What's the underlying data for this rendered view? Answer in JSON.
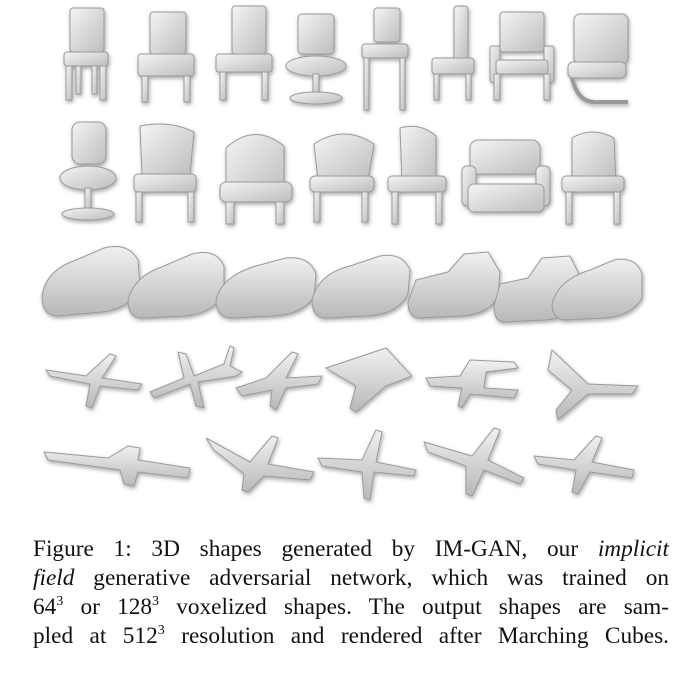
{
  "figure": {
    "rows": [
      {
        "category": "chairs",
        "count": 8
      },
      {
        "category": "chairs",
        "count": 7
      },
      {
        "category": "cars",
        "count": 7
      },
      {
        "category": "airplanes",
        "count": 6
      },
      {
        "category": "airplanes",
        "count": 5
      }
    ]
  },
  "caption": {
    "lead": "Figure 1:",
    "l1a": "3D shapes generated by IM-GAN, our",
    "l1b": "implicit",
    "l2a": "field",
    "l2b": "generative adversarial network, which was trained on",
    "l3a": "64",
    "l3sup1": "3",
    "l3b": "or 128",
    "l3sup2": "3",
    "l3c": "voxelized shapes.  The output shapes are sam-",
    "l4a": "pled at 512",
    "l4sup": "3",
    "l4b": "resolution and rendered after Marching Cubes."
  }
}
